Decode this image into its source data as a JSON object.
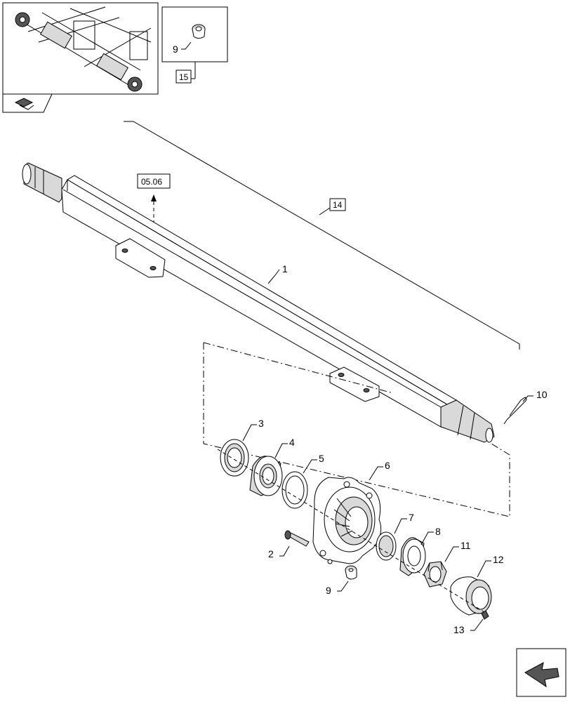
{
  "callouts": {
    "c1": "1",
    "c2": "2",
    "c3": "3",
    "c4": "4",
    "c5": "5",
    "c6": "6",
    "c7": "7",
    "c8": "8",
    "c9": "9",
    "c10": "10",
    "c11": "11",
    "c12": "12",
    "c13": "13",
    "c9_inset": "9"
  },
  "ref_boxes": {
    "r0506": "05.06",
    "r14": "14",
    "r15": "15"
  },
  "icons": {
    "inset_nav": "overview-arrow-icon",
    "next_page": "next-page-arrow-icon"
  }
}
